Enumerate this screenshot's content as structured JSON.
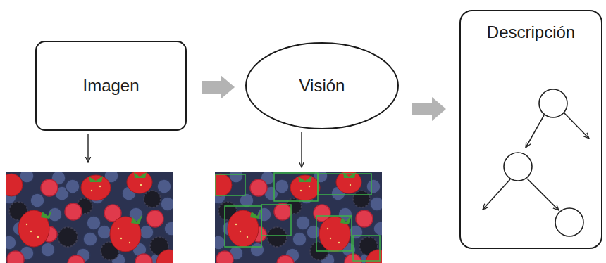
{
  "diagram": {
    "nodes": [
      {
        "text": [
          "Imagen"
        ]
      },
      {
        "text": [
          "Visión"
        ]
      },
      {
        "text": [
          "Descripción"
        ]
      }
    ],
    "edges": [
      {
        "from": 0,
        "to": 1,
        "arrow": "to"
      },
      {
        "from": 1,
        "to": 2,
        "arrow": "to"
      }
    ]
  }
}
